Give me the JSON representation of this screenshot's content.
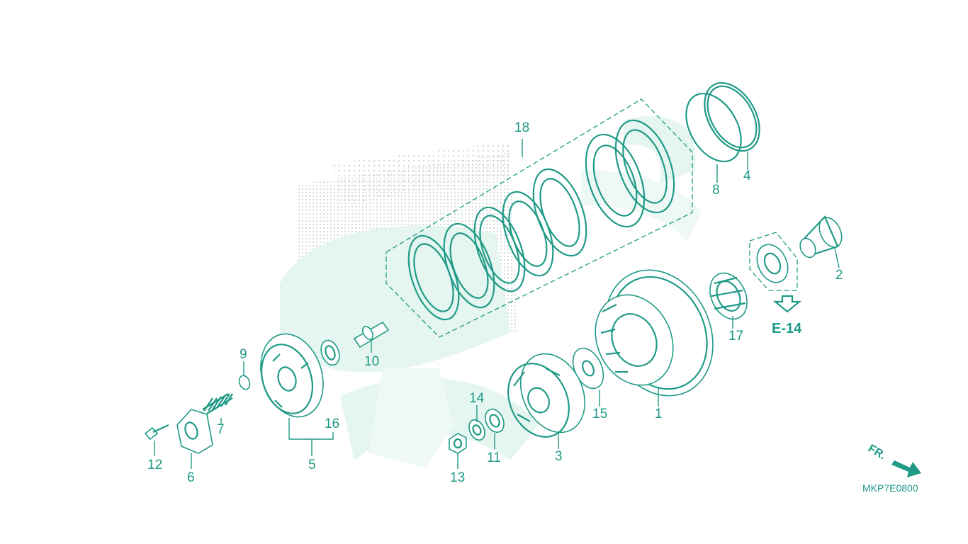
{
  "diagram": {
    "code": "MKP7E0800",
    "reference": "E-14",
    "direction_label": "FR.",
    "callouts": [
      "1",
      "2",
      "3",
      "4",
      "5",
      "6",
      "7",
      "8",
      "9",
      "10",
      "11",
      "12",
      "13",
      "14",
      "15",
      "16",
      "17",
      "18"
    ]
  },
  "colors": {
    "line": "#1f9a86",
    "watermark": "#e3f4ef",
    "dots": "#c8cfcc"
  }
}
